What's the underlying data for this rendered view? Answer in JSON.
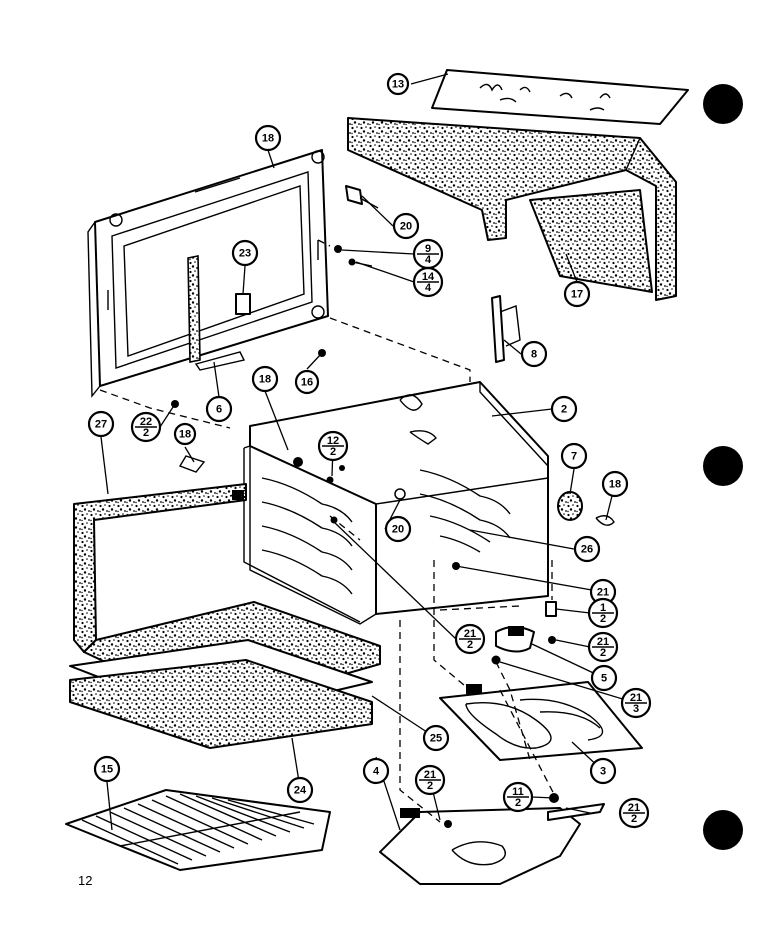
{
  "page_number": "12",
  "callouts": [
    {
      "label": "13"
    },
    {
      "label": "18"
    },
    {
      "label": "20"
    },
    {
      "label": "23"
    },
    {
      "label": "9",
      "sub": "4"
    },
    {
      "label": "14",
      "sub": "4"
    },
    {
      "label": "17"
    },
    {
      "label": "8"
    },
    {
      "label": "16"
    },
    {
      "label": "6"
    },
    {
      "label": "18"
    },
    {
      "label": "2"
    },
    {
      "label": "22",
      "sub": "2"
    },
    {
      "label": "27"
    },
    {
      "label": "18"
    },
    {
      "label": "12",
      "sub": "2"
    },
    {
      "label": "7"
    },
    {
      "label": "18"
    },
    {
      "label": "20"
    },
    {
      "label": "26"
    },
    {
      "label": "21"
    },
    {
      "label": "1",
      "sub": "2"
    },
    {
      "label": "21",
      "sub": "2"
    },
    {
      "label": "21",
      "sub": "2"
    },
    {
      "label": "5"
    },
    {
      "label": "21",
      "sub": "3"
    },
    {
      "label": "25"
    },
    {
      "label": "3"
    },
    {
      "label": "15"
    },
    {
      "label": "24"
    },
    {
      "label": "4"
    },
    {
      "label": "21",
      "sub": "2"
    },
    {
      "label": "11",
      "sub": "2"
    },
    {
      "label": "21",
      "sub": "2"
    }
  ]
}
